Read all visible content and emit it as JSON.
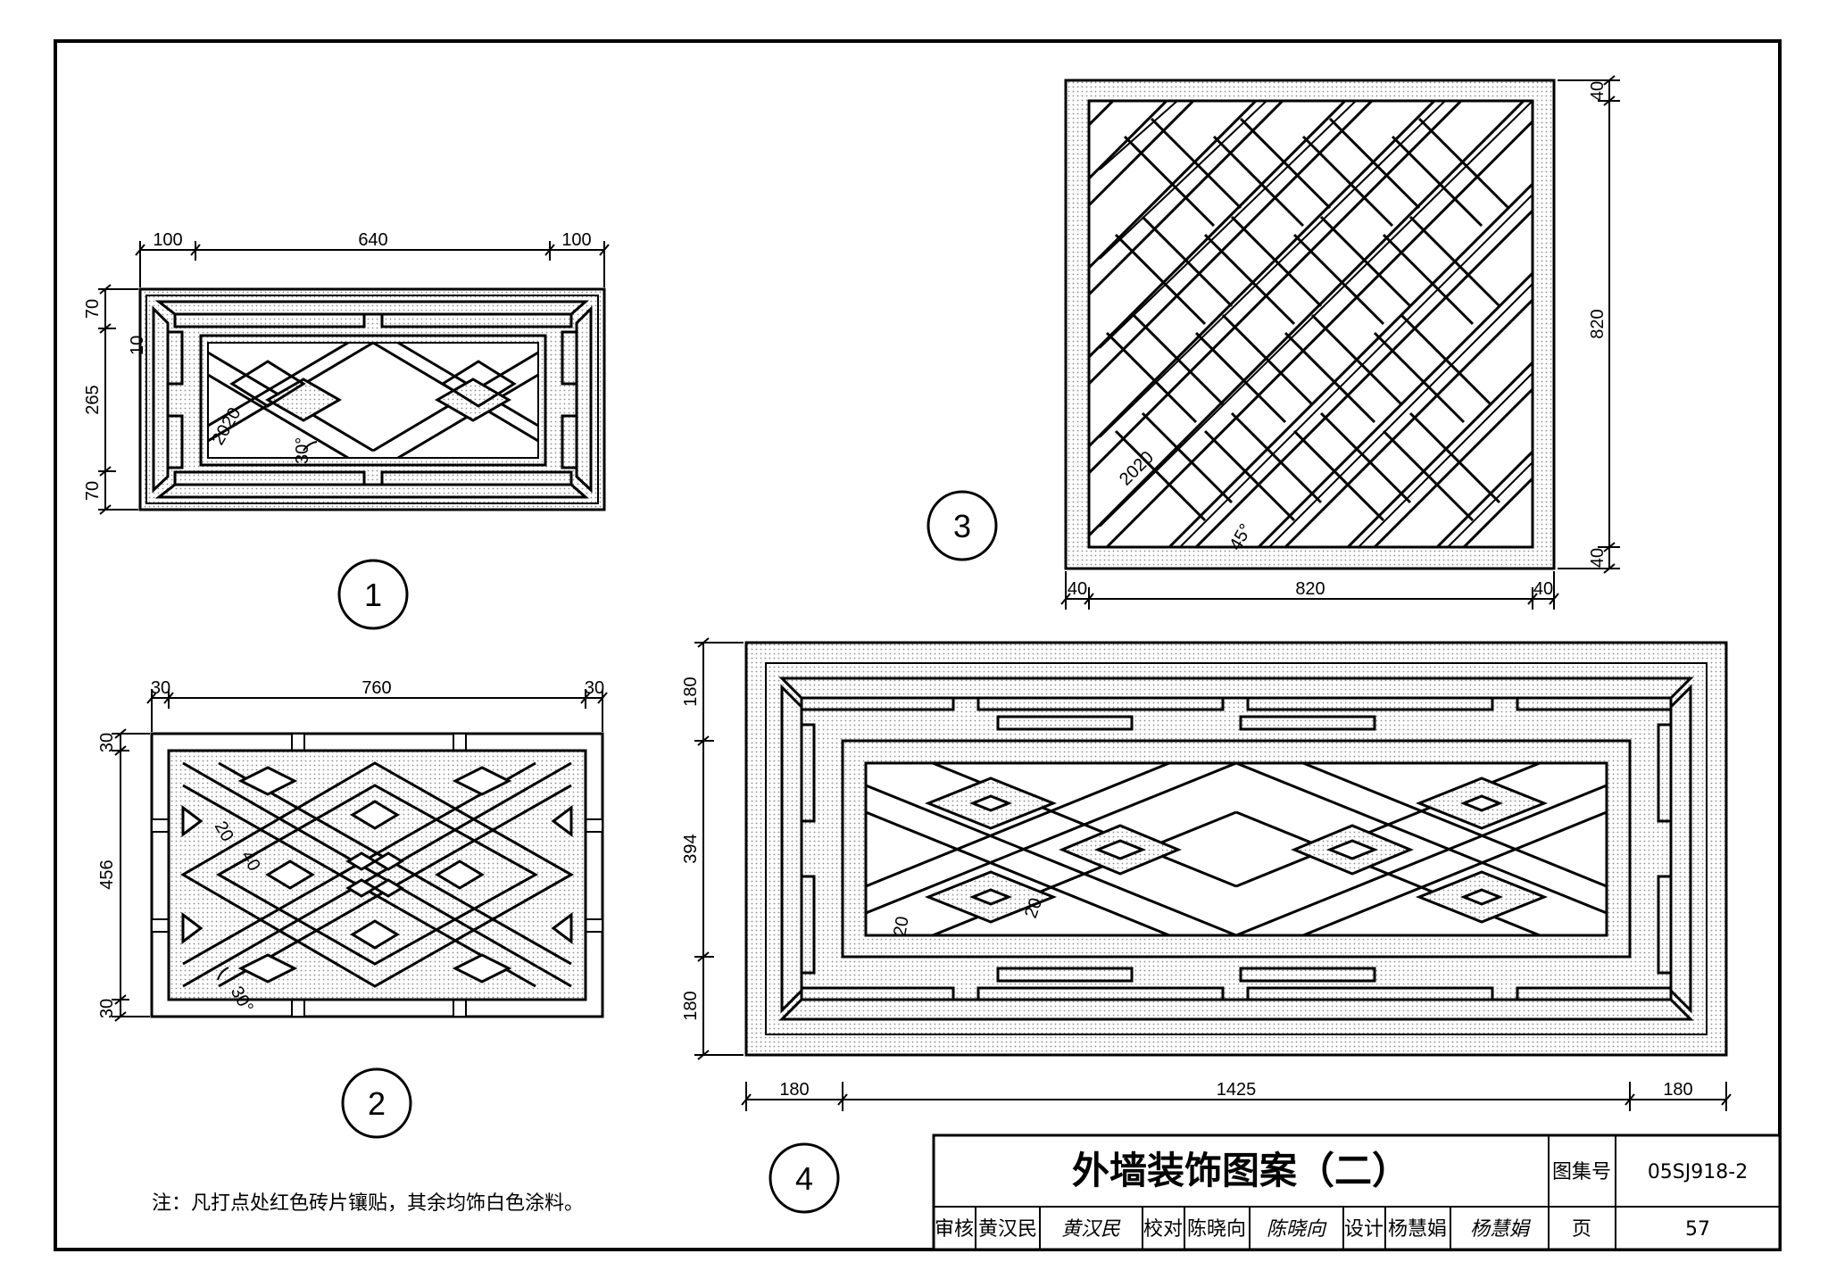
{
  "drawing_title": "外墙装饰图案（二）",
  "atlas_label": "图集号",
  "atlas_number": "05SJ918-2",
  "page_label": "页",
  "page_number": "57",
  "reviewer": {
    "role": "审核",
    "name": "黄汉民",
    "signature": "黄汉民"
  },
  "checker": {
    "role": "校对",
    "name": "陈晓向",
    "signature": "陈晓向"
  },
  "designer": {
    "role": "设计",
    "name": "杨慧娟",
    "signature": "杨慧娟"
  },
  "note": "注：凡打点处红色砖片镶贴，其余均饰白色涂料。",
  "pattern1": {
    "label": "1",
    "dim_w": [
      "100",
      "640",
      "100"
    ],
    "dim_h": [
      "70",
      "265",
      "70"
    ],
    "annotations": [
      "10",
      "2020",
      "30°"
    ]
  },
  "pattern2": {
    "label": "2",
    "dim_w": [
      "30",
      "760",
      "30"
    ],
    "dim_h": [
      "30",
      "456",
      "30"
    ],
    "annotations": [
      "20",
      "40",
      "30°"
    ]
  },
  "pattern3": {
    "label": "3",
    "dim_w": [
      "40",
      "820",
      "40"
    ],
    "dim_h": [
      "40",
      "820",
      "40"
    ],
    "annotations": [
      "2020",
      "45°"
    ]
  },
  "pattern4": {
    "label": "4",
    "dim_w": [
      "180",
      "1425",
      "180"
    ],
    "dim_h": [
      "180",
      "394",
      "180"
    ],
    "annotations": [
      "20",
      "20"
    ]
  },
  "colors": {
    "line": "#000000",
    "paper": "#ffffff",
    "dot_fill": "#9a9a9a"
  }
}
